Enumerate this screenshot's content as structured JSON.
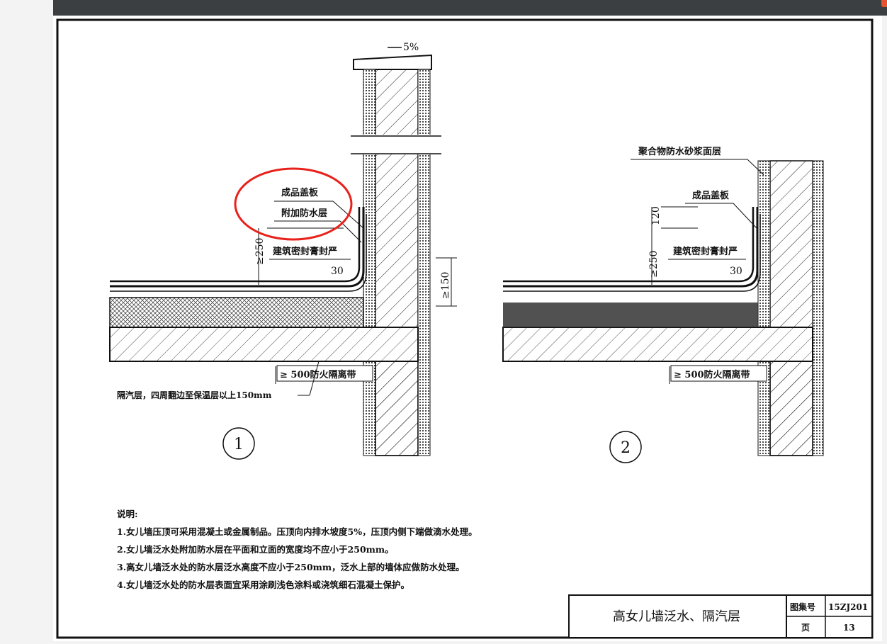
{
  "drawing": {
    "slope": "5%",
    "detail1": {
      "number": "1",
      "label_cover": "成品盖板",
      "label_extra_waterproof": "附加防水层",
      "label_sealant": "建筑密封膏封严",
      "dim_250": "≥250",
      "dim_30": "30",
      "dim_150": "≥150",
      "fire_band": "≥ 500防火隔离带",
      "vapor_barrier": "隔汽层，四周翻边至保温层以上150mm"
    },
    "detail2": {
      "number": "2",
      "label_mortar": "聚合物防水砂浆面层",
      "label_cover": "成品盖板",
      "label_sealant": "建筑密封膏封严",
      "dim_120": "120",
      "dim_250": "≥250",
      "dim_30": "30",
      "fire_band": "≥ 500防火隔离带"
    },
    "notes": {
      "heading": "说明:",
      "items": [
        "1.女儿墙压顶可采用混凝土或金属制品。压顶向内排水坡度5%，压顶内侧下端做滴水处理。",
        "2.女儿墙泛水处附加防水层在平面和立面的宽度均不应小于250mm。",
        "3.高女儿墙泛水处的防水层泛水高度不应小于250mm，泛水上部的墙体应做防水处理。",
        "4.女儿墙泛水处的防水层表面宜采用涂刷浅色涂料或浇筑细石混凝土保护。"
      ]
    },
    "title_block": {
      "title": "高女儿墙泛水、隔汽层",
      "atlas_label": "图集号",
      "atlas_value": "15ZJ201",
      "page_label": "页",
      "page_value": "13"
    },
    "highlight_color": "#e8211b"
  }
}
